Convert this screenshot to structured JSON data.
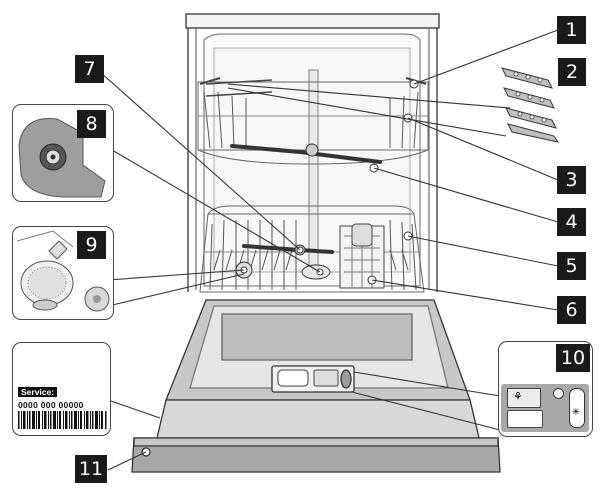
{
  "callouts": [
    "1",
    "2",
    "3",
    "4",
    "5",
    "6",
    "7",
    "8",
    "9",
    "10",
    "11"
  ],
  "service_label": {
    "title": "Service:",
    "code": "0000 000 00000"
  },
  "colors": {
    "line": "#333333",
    "badge": "#1a1a1a",
    "panel_gray": "#bdbdbd",
    "panel_dark": "#8c8c8c"
  }
}
